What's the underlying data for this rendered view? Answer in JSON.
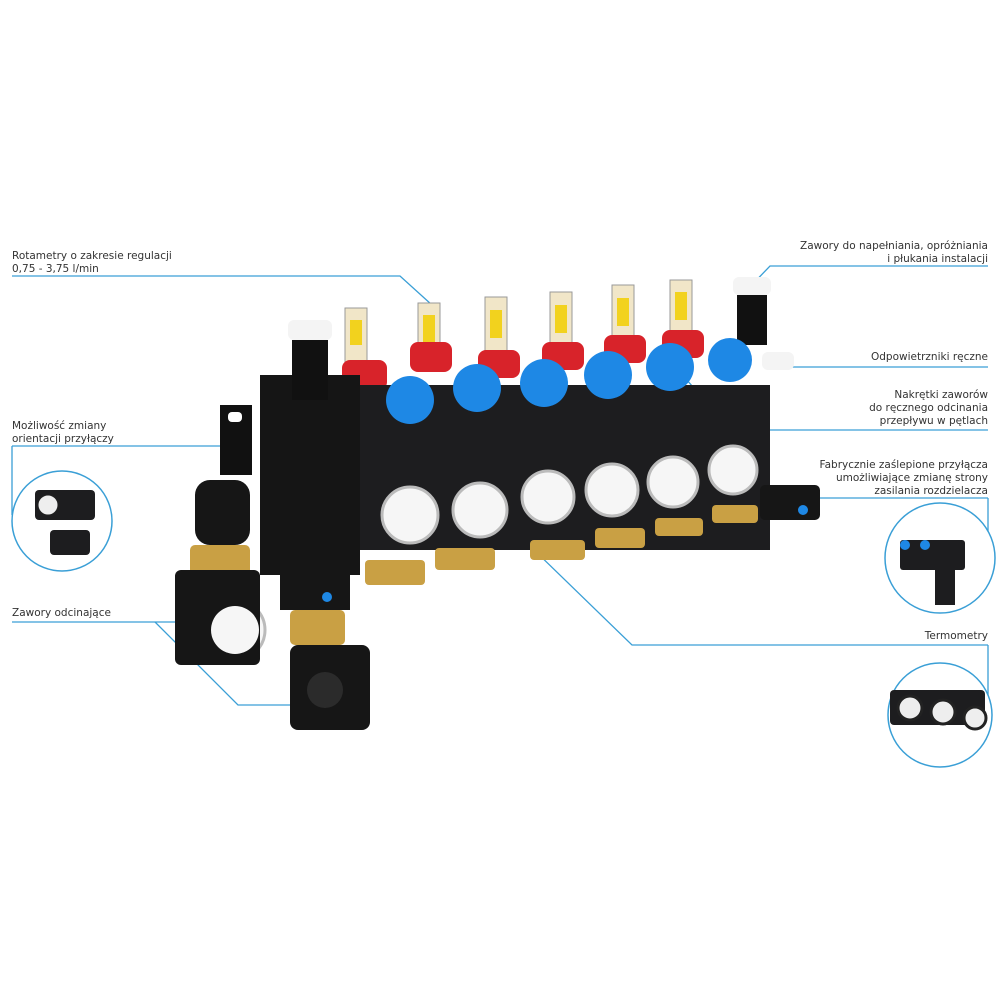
{
  "labels": {
    "rotameters": [
      "Rotametry o zakresie regulacji",
      "0,75 - 3,75 l/min"
    ],
    "orientation": [
      "Możliwość zmiany",
      "orientacji przyłączy"
    ],
    "shutoff_valves": [
      "Zawory odcinające"
    ],
    "fill_valves": [
      "Zawory do napełniania, opróżniania",
      "i płukania instalacji"
    ],
    "air_vents": [
      "Odpowietrzniki ręczne"
    ],
    "valve_caps": [
      "Nakrętki zaworów",
      "do ręcznego odcinania",
      "przepływu w pętlach"
    ],
    "blind_ports": [
      "Fabrycznie zaślepione przyłącza",
      "umożliwiające zmianę strony",
      "zasilania rozdzielacza"
    ],
    "thermometers": [
      "Termometry"
    ]
  },
  "colors": {
    "accent_line": "#3a9fd6",
    "body": "#1d1d1f",
    "cap_blue": "#1e88e5",
    "rotameter_red": "#d8232a",
    "brass": "#c9a044"
  }
}
